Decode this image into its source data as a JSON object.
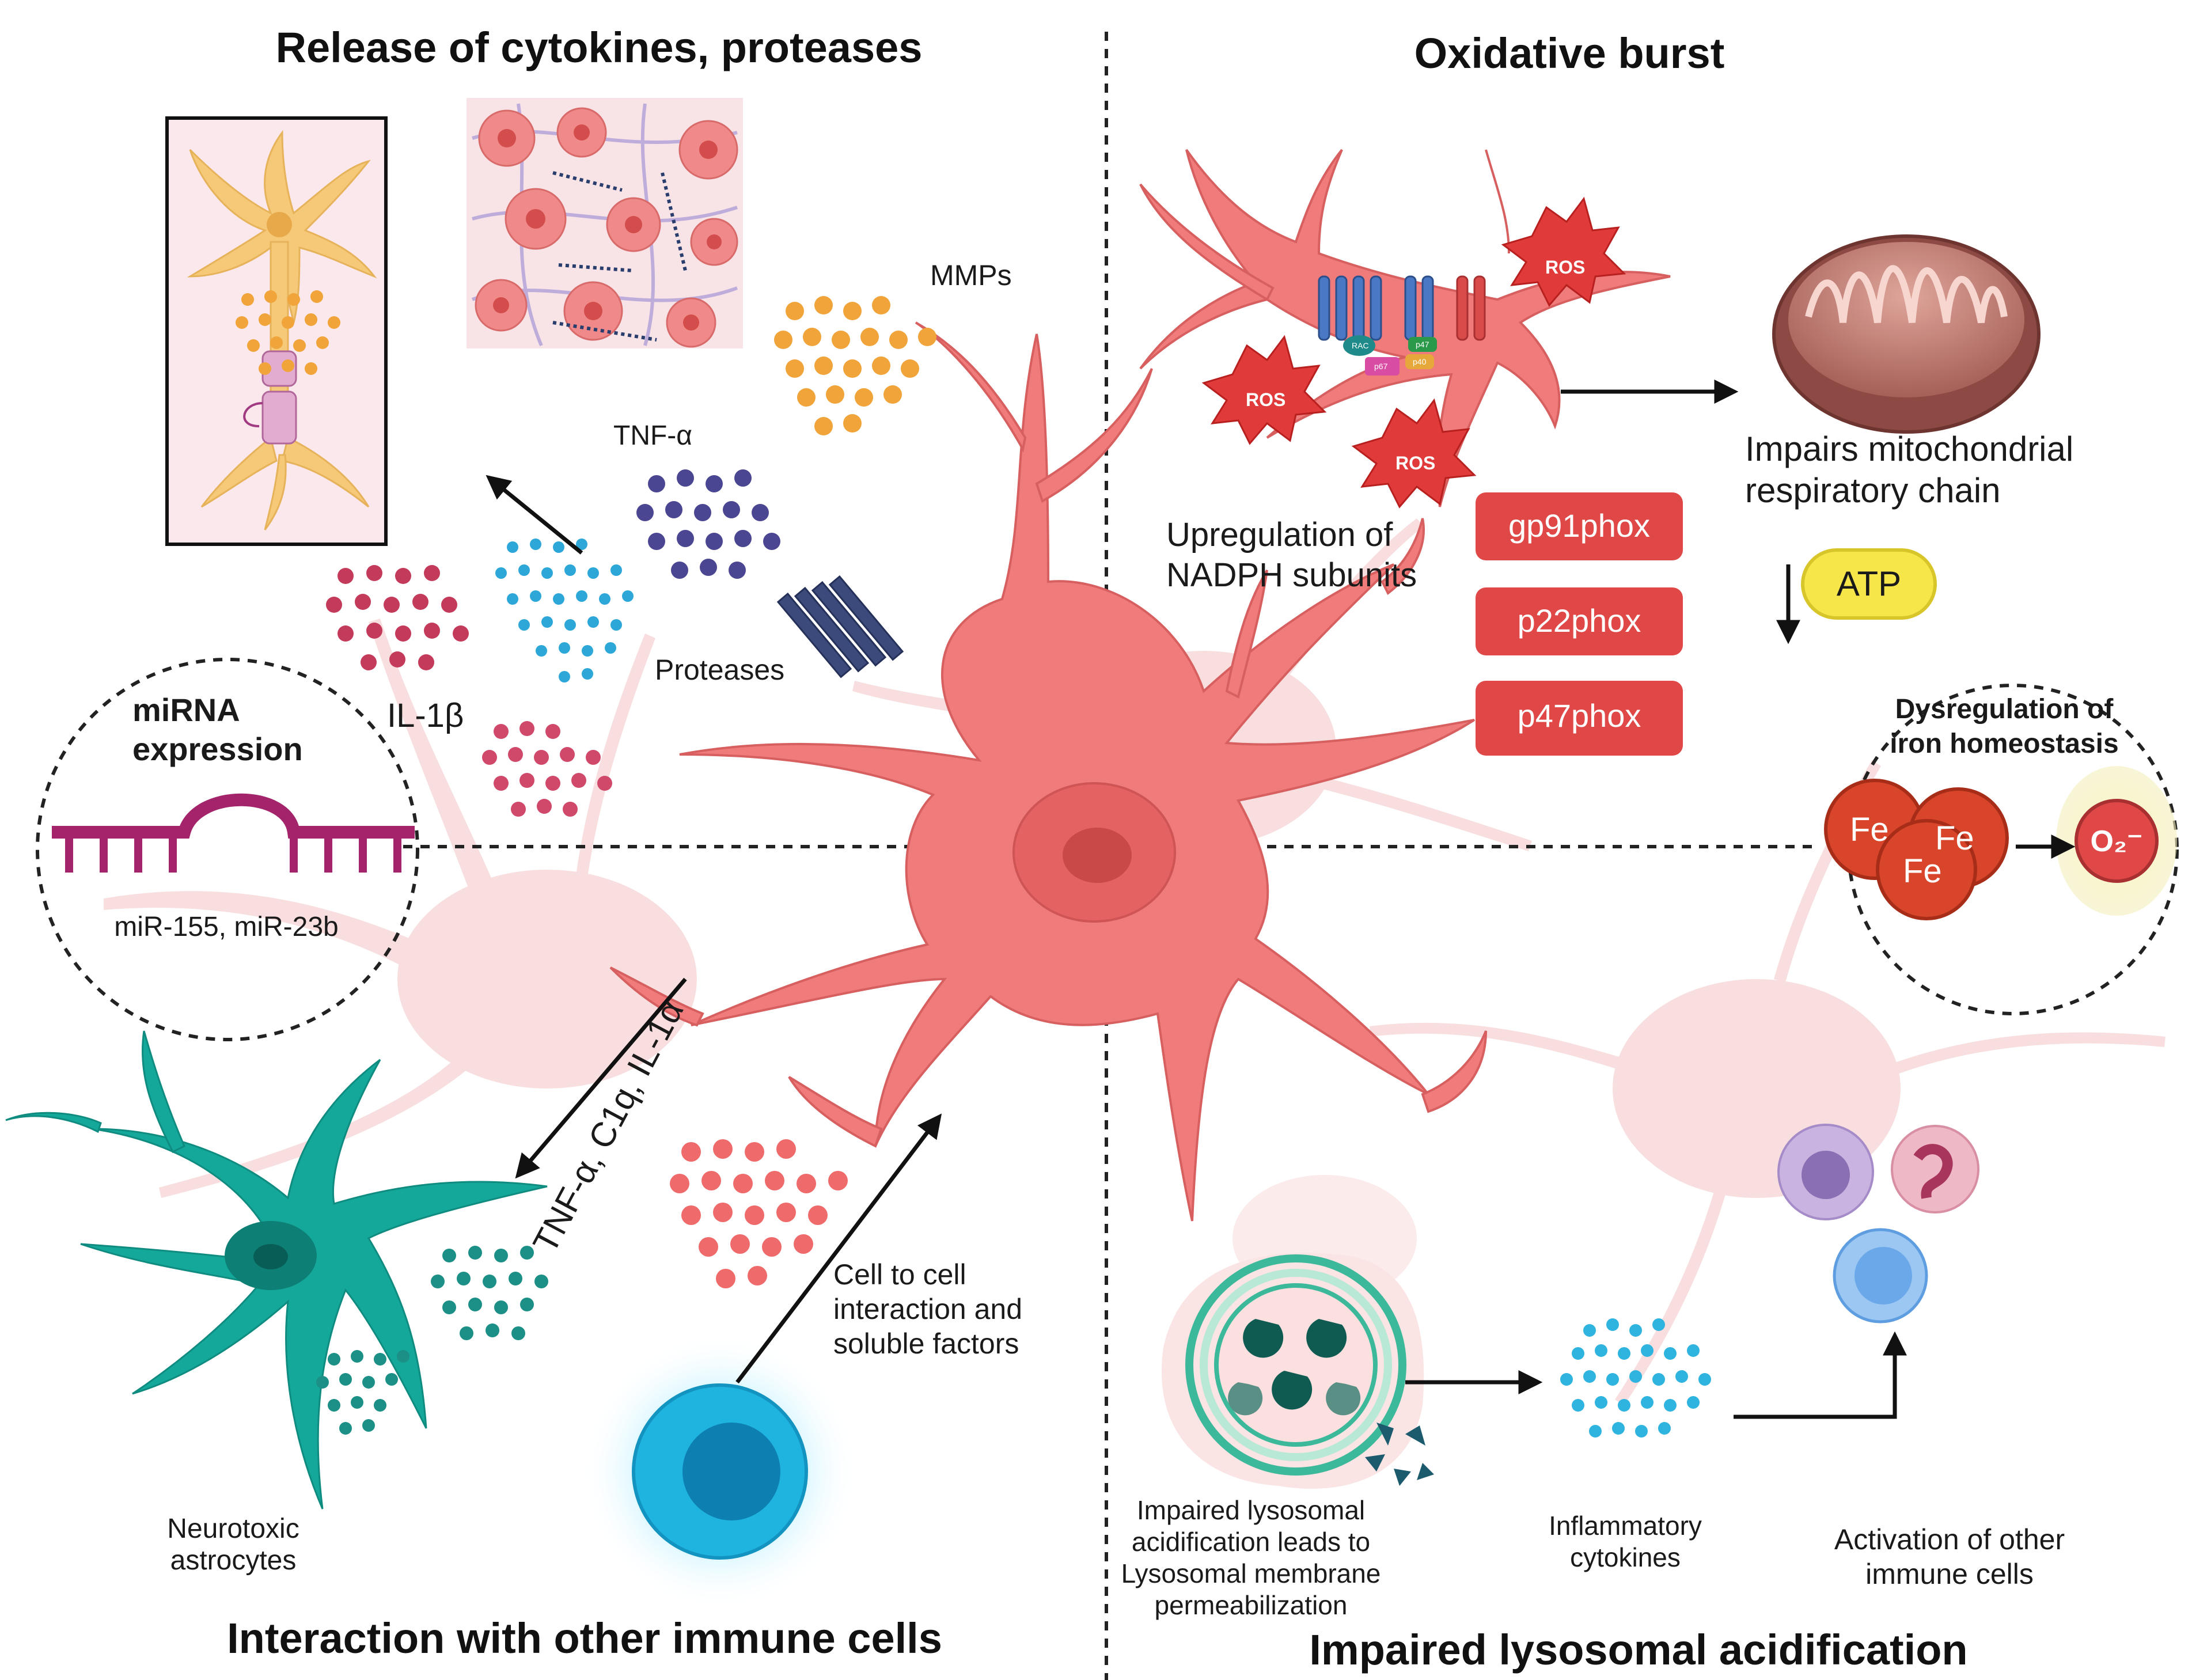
{
  "headings": {
    "top_left": "Release of cytokines, proteases",
    "top_right": "Oxidative burst",
    "bottom_left": "Interaction with other immune cells",
    "bottom_right": "Impaired lysosomal acidification"
  },
  "labels": {
    "mmps": "MMPs",
    "tnf": "TNF-α",
    "proteases": "Proteases",
    "il1b": "IL-1β",
    "mirna_title_1": "miRNA",
    "mirna_title_2": "expression",
    "mirna_list": "miR-155, miR-23b",
    "astro_arrow": "TNF-α, C1q, IL-1α",
    "neurotoxic_1": "Neurotoxic",
    "neurotoxic_2": "astrocytes",
    "cell_to_cell_1": "Cell to cell",
    "cell_to_cell_2": "interaction and",
    "cell_to_cell_3": "soluble factors",
    "upregulation_1": "Upregulation of",
    "upregulation_2": "NADPH subunits",
    "mito_1": "Impairs mitochondrial",
    "mito_2": "respiratory chain",
    "atp": "ATP",
    "iron_1": "Dysregulation of",
    "iron_2": "iron homeostasis",
    "fe": "Fe",
    "superoxide": "O₂⁻",
    "ros": "ROS",
    "lyso_1": "Impaired lysosomal",
    "lyso_2": "acidification leads to",
    "lyso_3": "Lysosomal membrane",
    "lyso_4": "permeabilization",
    "inflam_1": "Inflammatory",
    "inflam_2": "cytokines",
    "activation_1": "Activation of other",
    "activation_2": "immune cells",
    "nadph_proteins": [
      "RAC",
      "p67",
      "p47",
      "p40"
    ]
  },
  "nadph_subunits": [
    "gp91phox",
    "p22phox",
    "p47phox"
  ],
  "colors": {
    "microglia": "#ef7b7b",
    "microglia_bg": "#f9dcdc",
    "subunit_box": "#e04848",
    "astrocyte": "#12a89a",
    "immune_cell": "#1fb4e0",
    "atp": "#f7e64a",
    "iron": "#d8452a",
    "mirna": "#a3246a"
  }
}
